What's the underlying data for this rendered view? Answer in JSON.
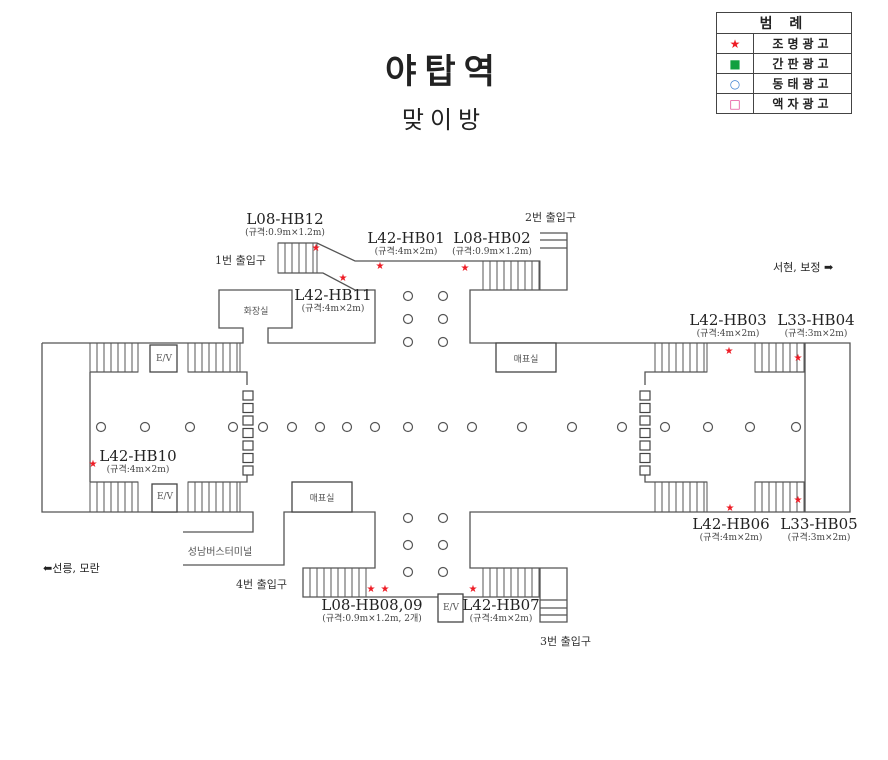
{
  "header": {
    "title": "야탑역",
    "subtitle": "맞이방"
  },
  "legend": {
    "title": "범 례",
    "items": [
      {
        "icon": "red-star-icon",
        "symbol": "★",
        "color": "#ee1c25",
        "label": "조명광고"
      },
      {
        "icon": "green-square-icon",
        "symbol": "■",
        "color": "#10a040",
        "label": "간판광고"
      },
      {
        "icon": "blue-circle-icon",
        "symbol": "○",
        "color": "#3a7fd0",
        "label": "동태광고"
      },
      {
        "icon": "pink-square-icon",
        "symbol": "□",
        "color": "#e0308a",
        "label": "액자광고"
      }
    ]
  },
  "ads": [
    {
      "code": "L08-HB12",
      "spec": "(규격:0.9m×1.2m)"
    },
    {
      "code": "L42-HB01",
      "spec": "(규격:4m×2m)"
    },
    {
      "code": "L08-HB02",
      "spec": "(규격:0.9m×1.2m)"
    },
    {
      "code": "L42-HB11",
      "spec": "(규격:4m×2m)"
    },
    {
      "code": "L42-HB03",
      "spec": "(규격:4m×2m)"
    },
    {
      "code": "L33-HB04",
      "spec": "(규격:3m×2m)"
    },
    {
      "code": "L42-HB10",
      "spec": "(규격:4m×2m)"
    },
    {
      "code": "L42-HB06",
      "spec": "(규격:4m×2m)"
    },
    {
      "code": "L33-HB05",
      "spec": "(규격:3m×2m)"
    },
    {
      "code": "L08-HB08,09",
      "spec": "(규격:0.9m×1.2m, 2개)"
    },
    {
      "code": "L42-HB07",
      "spec": "(규격:4m×2m)"
    }
  ],
  "places": {
    "exit1": "1번 출입구",
    "exit2": "2번 출입구",
    "exit3": "3번 출입구",
    "exit4": "4번 출입구",
    "restroom": "화장실",
    "ticket1": "매표실",
    "ticket2": "매표실",
    "terminal": "성남버스터미널",
    "ev": "E/V",
    "dir_right": "서현, 보정 ➡",
    "dir_left": "⬅선릉, 모란"
  },
  "colors": {
    "star": "#ee1c25",
    "line": "#444444"
  }
}
